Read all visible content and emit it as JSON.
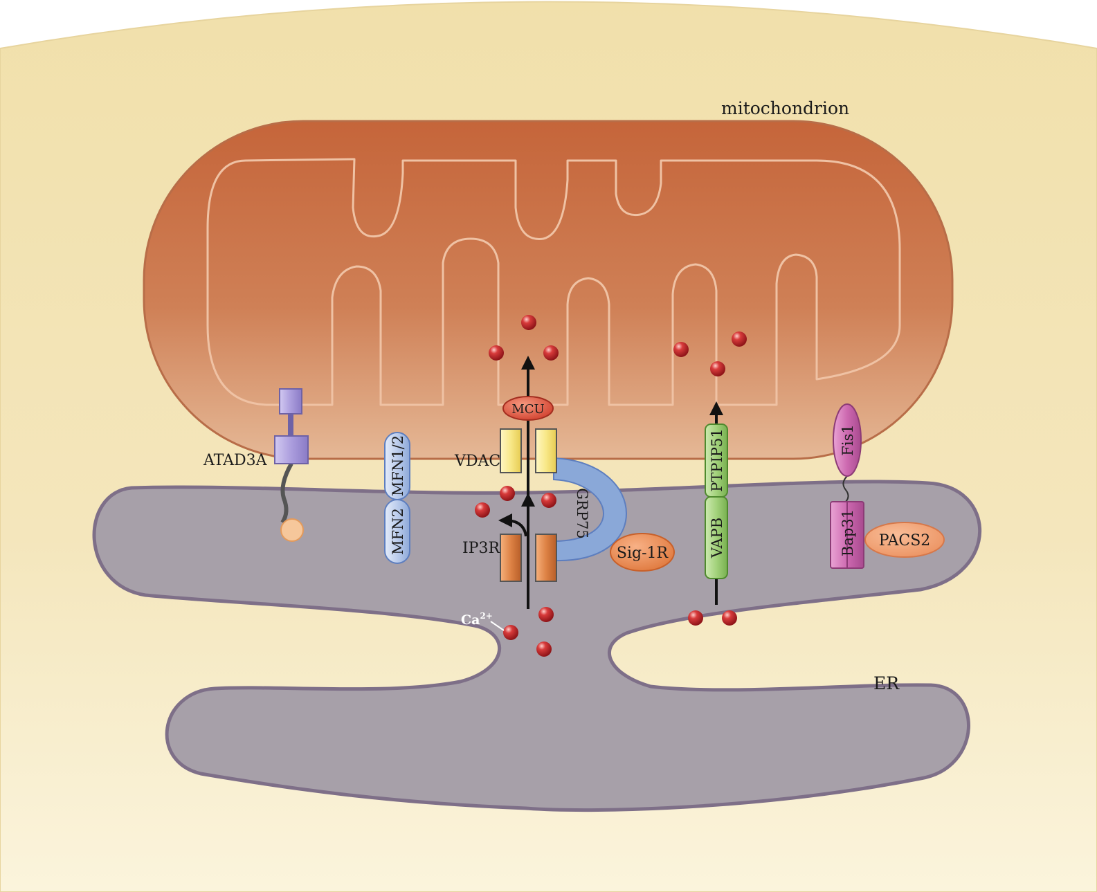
{
  "labels": {
    "mitochondrion": "mitochondrion",
    "er": "ER",
    "atad3a": "ATAD3A",
    "mfn12": "MFN1/2",
    "mfn2": "MFN2",
    "mcu": "MCU",
    "vdac": "VDAC",
    "grp75": "GRP75",
    "ip3r": "IP3R",
    "sig1r": "Sig-1R",
    "ptpip51": "PTPIP51",
    "vapb": "VAPB",
    "fis1": "Fis1",
    "bap31": "Bap31",
    "pacs2": "PACS2",
    "ca_base": "Ca",
    "ca_sup": "2+"
  },
  "colors": {
    "cytoplasm": "#f3e3b4",
    "mitochondrion": "#c96c40",
    "er": "#a79fa8",
    "calcium": "#c0252b",
    "atad3a": "#a89ad8",
    "mfn": "#8aa6d6",
    "vdac": "#f6e27a",
    "ip3r": "#d67a3e",
    "grp75": "#7f9fd1",
    "mcu": "#dd4e3c",
    "sig1r": "#e8874e",
    "ptpip51": "#93c769",
    "fis1": "#c863a8",
    "pacs2": "#ef9b6c"
  }
}
